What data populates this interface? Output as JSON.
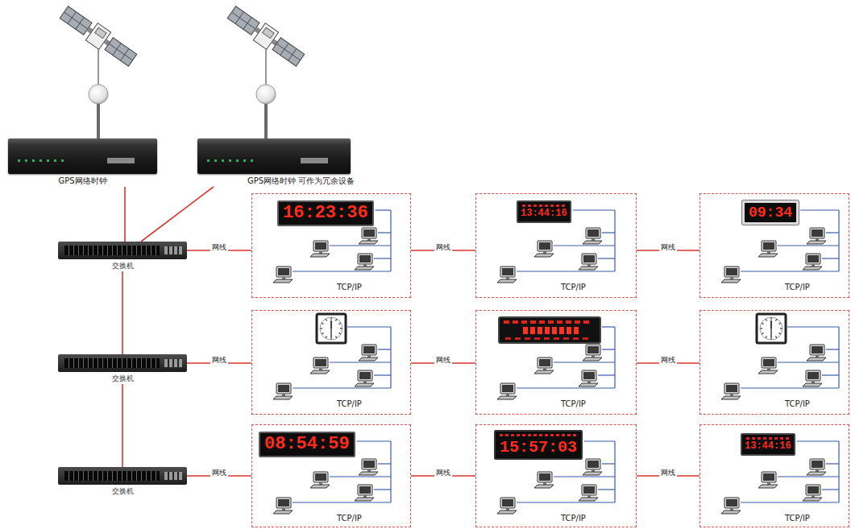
{
  "diagram": {
    "nodes": [
      {
        "text": [
          "GPS网络时钟"
        ]
      },
      {
        "text": [
          "GPS网络时钟 可作为冗余设备"
        ]
      },
      {
        "text": [
          "交换机"
        ]
      },
      {
        "text": [
          "TCP/IP"
        ]
      },
      {
        "text": [
          "16:23:36"
        ],
        "in": 3
      },
      {
        "text": [
          "TCP/IP"
        ]
      },
      {
        "text": [
          "13:44:16"
        ],
        "in": 5
      },
      {
        "text": [
          "TCP/IP"
        ]
      },
      {
        "text": [
          "09:34"
        ],
        "in": 7
      },
      {
        "text": [
          "交换机"
        ]
      },
      {
        "text": [
          "TCP/IP"
        ]
      },
      {
        "text": [
          "TCP/IP"
        ]
      },
      {
        "text": [
          "TCP/IP"
        ]
      },
      {
        "text": [
          "交换机"
        ]
      },
      {
        "text": [
          "TCP/IP"
        ]
      },
      {
        "text": [
          "08:54:59"
        ],
        "in": 14
      },
      {
        "text": [
          "TCP/IP"
        ]
      },
      {
        "text": [
          "15:57:03"
        ],
        "in": 16
      },
      {
        "text": [
          "TCP/IP"
        ]
      },
      {
        "text": [
          "13:44:16"
        ],
        "in": 18
      }
    ],
    "edges": [
      {
        "from": 0,
        "to": 2,
        "arrow": "none"
      },
      {
        "from": 1,
        "to": 2,
        "arrow": "none"
      },
      {
        "from": 2,
        "to": 9,
        "arrow": "none"
      },
      {
        "from": 9,
        "to": 13,
        "arrow": "none"
      },
      {
        "from": 2,
        "to": 3,
        "label": "网线",
        "arrow": "none"
      },
      {
        "from": 3,
        "to": 5,
        "label": "网线",
        "arrow": "none"
      },
      {
        "from": 5,
        "to": 7,
        "label": "网线",
        "arrow": "none"
      },
      {
        "from": 9,
        "to": 10,
        "label": "网线",
        "arrow": "none"
      },
      {
        "from": 10,
        "to": 11,
        "label": "网线",
        "arrow": "none"
      },
      {
        "from": 11,
        "to": 12,
        "label": "网线",
        "arrow": "none"
      },
      {
        "from": 13,
        "to": 14,
        "label": "网线",
        "arrow": "none"
      },
      {
        "from": 14,
        "to": 16,
        "label": "网线",
        "arrow": "none"
      },
      {
        "from": 16,
        "to": 18,
        "label": "网线",
        "arrow": "none"
      }
    ]
  }
}
